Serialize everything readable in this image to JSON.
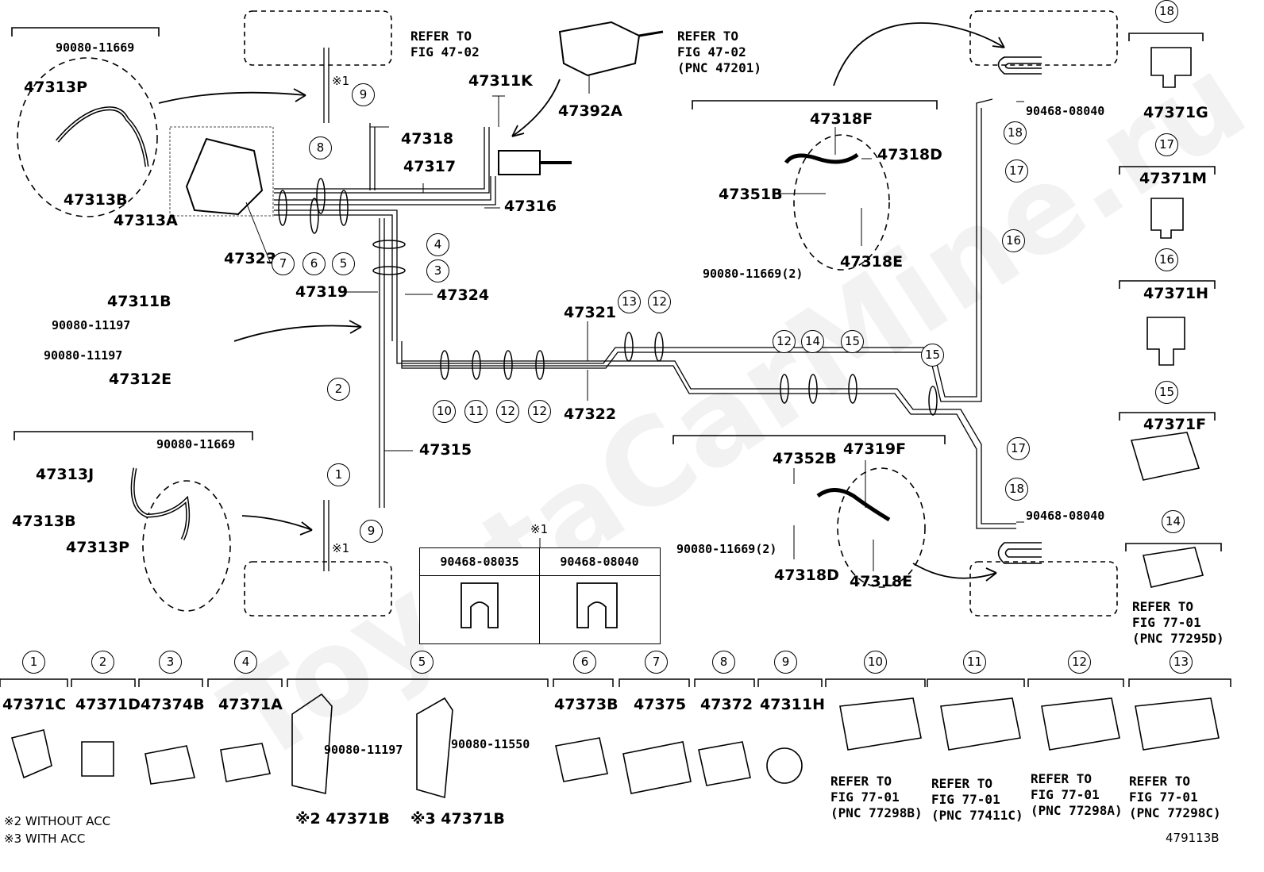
{
  "diagram_id": "479113B",
  "watermark": "ToyotaCarMine.ru",
  "refs": {
    "fig4702_a": "REFER TO\nFIG 47-02",
    "fig4702_b": "REFER TO\nFIG 47-02\n(PNC 47201)",
    "pnc77295d": "REFER TO\nFIG 77-01\n(PNC 77295D)",
    "pnc77298b": "REFER TO\nFIG 77-01\n(PNC 77298B)",
    "pnc77411c": "REFER TO\nFIG 77-01\n(PNC 77411C)",
    "pnc77298a": "REFER TO\nFIG 77-01\n(PNC 77298A)",
    "pnc77298c": "REFER TO\nFIG 77-01\n(PNC 77298C)"
  },
  "labels": {
    "b90080_11669_a": "90080-11669",
    "p47313P_a": "47313P",
    "p47313B_a": "47313B",
    "p47313A": "47313A",
    "p47318": "47318",
    "p47317": "47317",
    "p47316": "47316",
    "p47311K": "47311K",
    "p47392A": "47392A",
    "p47323": "47323",
    "p47319": "47319",
    "p47324": "47324",
    "p47311B": "47311B",
    "b90080_11197_a": "90080-11197",
    "b90080_11197_b": "90080-11197",
    "p47312E": "47312E",
    "p47321": "47321",
    "p47322": "47322",
    "p47315": "47315",
    "b90080_11669_b": "90080-11669",
    "p47313J": "47313J",
    "p47313B_b": "47313B",
    "p47313P_b": "47313P",
    "p47318F": "47318F",
    "p47318D_a": "47318D",
    "p47351B": "47351B",
    "b90080_11669_2a": "90080-11669(2)",
    "p47318E_a": "47318E",
    "b90468_08040_a": "90468-08040",
    "p47352B": "47352B",
    "p47319F": "47319F",
    "b90080_11669_2b": "90080-11669(2)",
    "p47318D_b": "47318D",
    "p47318E_b": "47318E",
    "b90468_08040_b": "90468-08040",
    "p47371G": "47371G",
    "p47371M": "47371M",
    "p47371H": "47371H",
    "p47371F": "47371F",
    "mark1": "※1",
    "mark1b": "※1",
    "mark1c": "※1"
  },
  "clip_table": {
    "col1": "90468-08035",
    "col2": "90468-08040"
  },
  "bottom_row": [
    {
      "num": "1",
      "part": "47371C"
    },
    {
      "num": "2",
      "part": "47371D"
    },
    {
      "num": "3",
      "part": "47374B"
    },
    {
      "num": "4",
      "part": "47371A"
    },
    {
      "num": "5",
      "part": "47371B"
    },
    {
      "num": "6",
      "part": "47373B"
    },
    {
      "num": "7",
      "part": "47375"
    },
    {
      "num": "8",
      "part": "47372"
    },
    {
      "num": "9",
      "part": "47311H"
    },
    {
      "num": "10",
      "part": ""
    },
    {
      "num": "11",
      "part": ""
    },
    {
      "num": "12",
      "part": ""
    },
    {
      "num": "13",
      "part": ""
    }
  ],
  "bottom_extra": {
    "bolt5a": "90080-11197",
    "bolt5b": "90080-11550",
    "p47371B_2": "※2 47371B",
    "p47371B_3": "※3 47371B"
  },
  "notes": {
    "n2": "※2 WITHOUT ACC",
    "n3": "※3 WITH ACC"
  },
  "side_nums": {
    "n18": "18",
    "n17": "17",
    "n16": "16",
    "n15": "15",
    "n14": "14"
  },
  "diagram_nums": {
    "d9a": "9",
    "d9b": "9",
    "d8": "8",
    "d7": "7",
    "d6": "6",
    "d5": "5",
    "d4": "4",
    "d3": "3",
    "d2": "2",
    "d1": "1",
    "d10": "10",
    "d11": "11",
    "d12a": "12",
    "d12b": "12",
    "d13": "13",
    "d12c": "12",
    "d12d": "12",
    "d14": "14",
    "d15a": "15",
    "d15b": "15",
    "d17a": "17",
    "d16": "16",
    "d18a": "18",
    "d17b": "17",
    "d18b": "18"
  }
}
